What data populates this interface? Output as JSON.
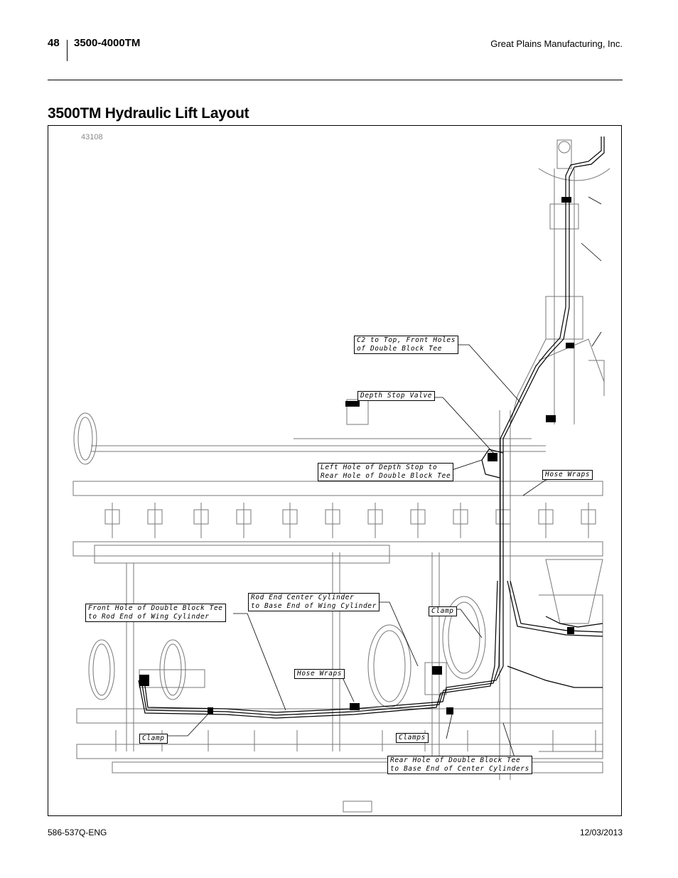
{
  "header": {
    "page_number": "48",
    "model": "3500-4000TM",
    "company": "Great Plains Manufacturing, Inc."
  },
  "section_title": "3500TM Hydraulic Lift Layout",
  "figure": {
    "id": "43108",
    "callouts": [
      {
        "key": "c2",
        "lines": [
          "C2 to Top, Front Holes",
          "of Double Block Tee"
        ]
      },
      {
        "key": "depth",
        "lines": [
          "Depth Stop Valve"
        ]
      },
      {
        "key": "lefthole",
        "lines": [
          "Left Hole of Depth Stop to",
          "Rear Hole of Double Block Tee"
        ]
      },
      {
        "key": "hosewraps1",
        "lines": [
          "Hose Wraps"
        ]
      },
      {
        "key": "rodend",
        "lines": [
          "Rod End Center Cylinder",
          "to Base End of Wing Cylinder"
        ]
      },
      {
        "key": "fronthole",
        "lines": [
          "Front Hole of Double Block Tee",
          "to Rod End of Wing Cylinder"
        ]
      },
      {
        "key": "clamp1",
        "lines": [
          "Clamp"
        ]
      },
      {
        "key": "hosewraps2",
        "lines": [
          "Hose Wraps"
        ]
      },
      {
        "key": "clamp2",
        "lines": [
          "Clamp"
        ]
      },
      {
        "key": "clamps",
        "lines": [
          "Clamps"
        ]
      },
      {
        "key": "rearhole",
        "lines": [
          "Rear Hole of Double Block Tee",
          "to Base End of Center Cylinders"
        ]
      }
    ]
  },
  "footer": {
    "doc_number": "586-537Q-ENG",
    "date": "12/03/2013"
  }
}
